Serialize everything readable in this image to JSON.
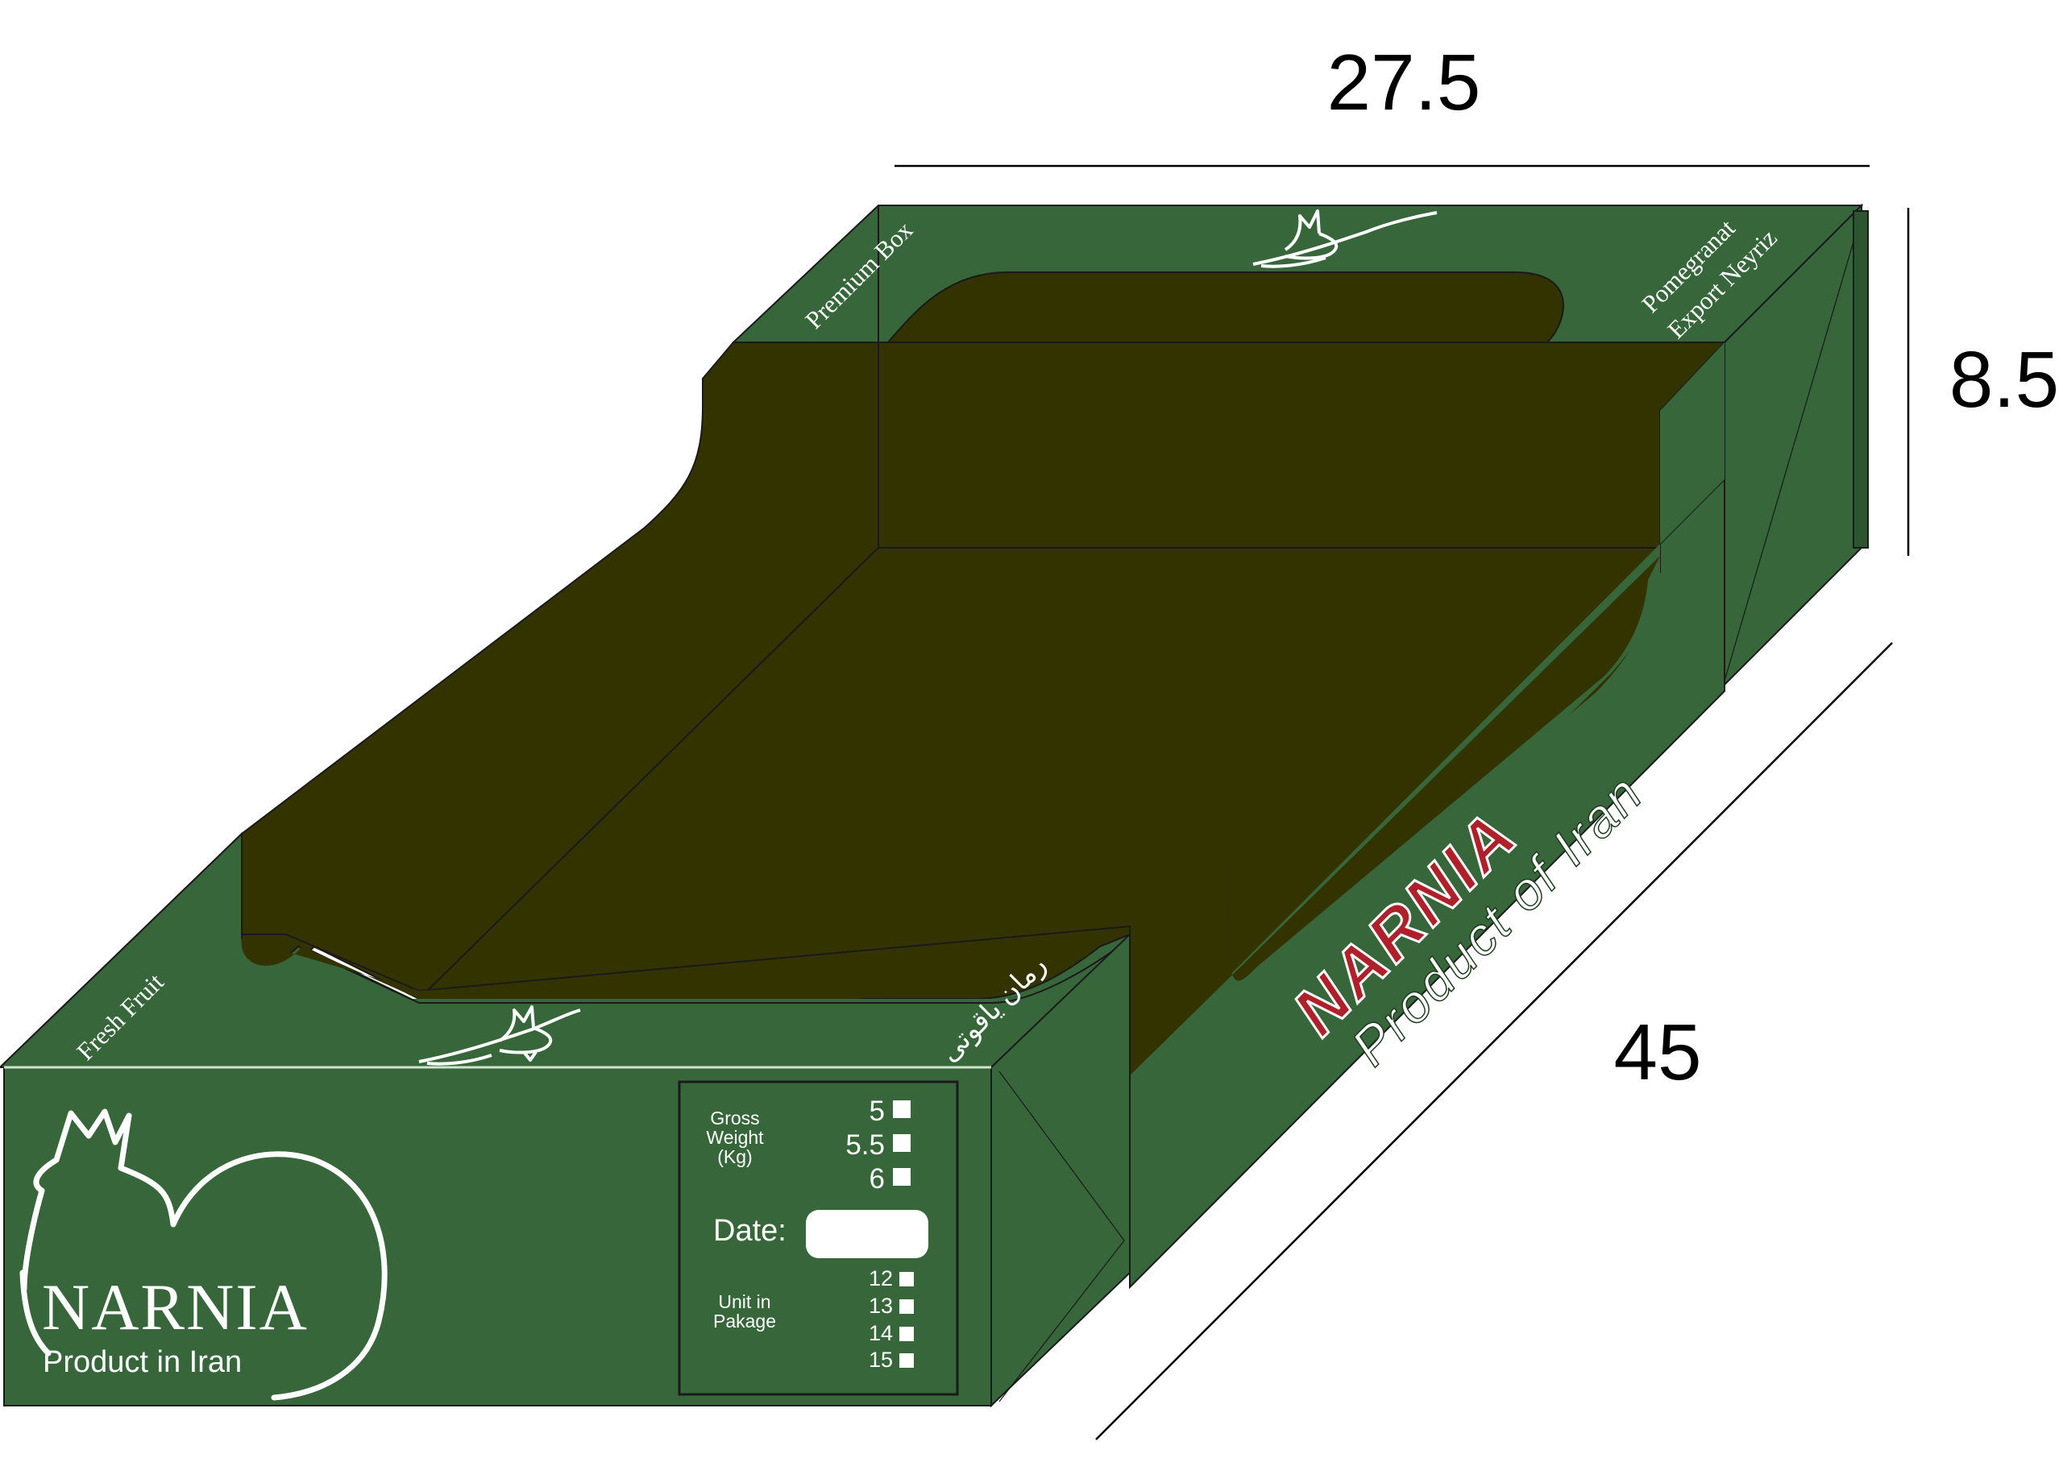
{
  "dimensions": {
    "width": "27.5",
    "height": "8.5",
    "length": "45"
  },
  "colors": {
    "box_green": "#36663a",
    "box_dark_green": "#2c5530",
    "inner_olive": "#333300",
    "outline": "#1a1a1a",
    "brand_red": "#b0202a"
  },
  "flaps": {
    "back_left": "Premium Box",
    "back_right_line1": "Pomegranat",
    "back_right_line2": "Export Neyriz",
    "front_left": "Fresh Fruit",
    "front_right": "رمان یاقوتی"
  },
  "front_panel": {
    "brand_name": "NARNIA",
    "brand_subtitle": "Product in Iran",
    "logo_icon": "pomegranate-outline-icon"
  },
  "spec_box": {
    "gross_weight_line1": "Gross",
    "gross_weight_line2": "Weight",
    "gross_weight_line3": "(Kg)",
    "weights": [
      "5",
      "5.5",
      "6"
    ],
    "date_label": "Date:",
    "date_value": "",
    "unit_line1": "Unit in",
    "unit_line2": "Pakage",
    "units": [
      "12",
      "13",
      "14",
      "15"
    ]
  },
  "side_panel": {
    "brand_name": "NARNIA",
    "tagline": "Product of Iran"
  },
  "icons": {
    "bird": "bird-logo-icon",
    "checkbox": "checkbox-icon"
  }
}
